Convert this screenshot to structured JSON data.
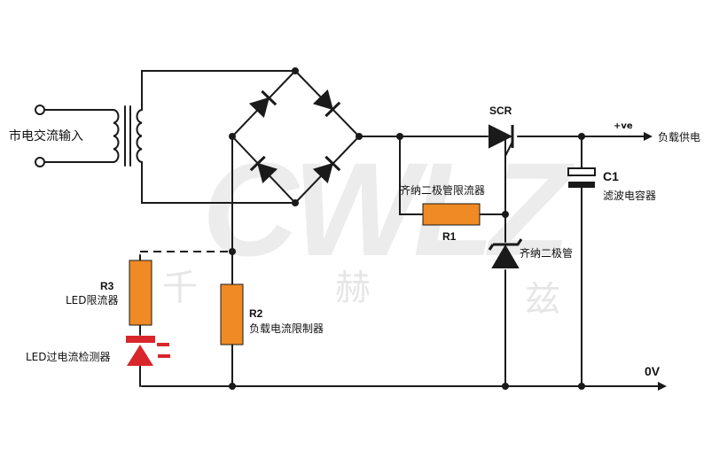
{
  "watermark": {
    "logo": "CWLZ",
    "chars": [
      "千",
      "赫",
      "兹"
    ]
  },
  "labels": {
    "ac_input": "市电交流输入",
    "scr": "SCR",
    "plus_ve": "+ve",
    "load_supply": "负载供电",
    "c1_ref": "C1",
    "c1_desc": "滤波电容器",
    "zener_limiter": "齐纳二极管限流器",
    "r1_ref": "R1",
    "zener": "齐纳二极管",
    "r3_ref": "R3",
    "r3_desc": "LED限流器",
    "r2_ref": "R2",
    "r2_desc": "负载电流限制器",
    "led_detector": "LED过电流检测器",
    "zero_v": "0V"
  },
  "colors": {
    "wire": "#1a1a1a",
    "resistor": "#f08a24",
    "led": "#d9262b",
    "watermark": "#e6e6e6"
  }
}
